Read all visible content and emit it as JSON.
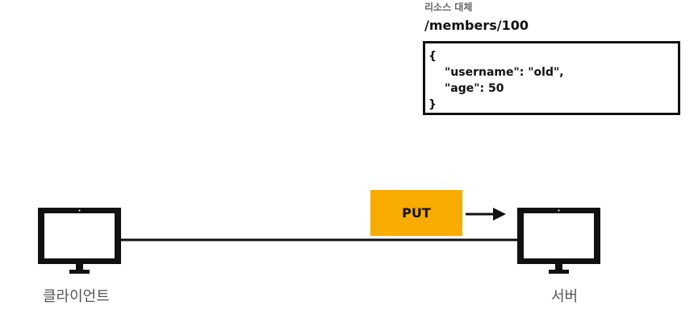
{
  "resource": {
    "caption": "리소스 대체",
    "path": "/members/100",
    "json_lines": [
      "{",
      "\"username\": \"old\",",
      "\"age\": 50",
      "}"
    ]
  },
  "request": {
    "method": "PUT"
  },
  "nodes": {
    "client_label": "클라이언트",
    "server_label": "서버"
  },
  "icons": {
    "client": "monitor-icon",
    "server": "monitor-icon",
    "direction": "arrow-right-icon"
  },
  "colors": {
    "method_box": "#f8ab00",
    "label_text": "#555555",
    "caption_text": "#666666"
  }
}
